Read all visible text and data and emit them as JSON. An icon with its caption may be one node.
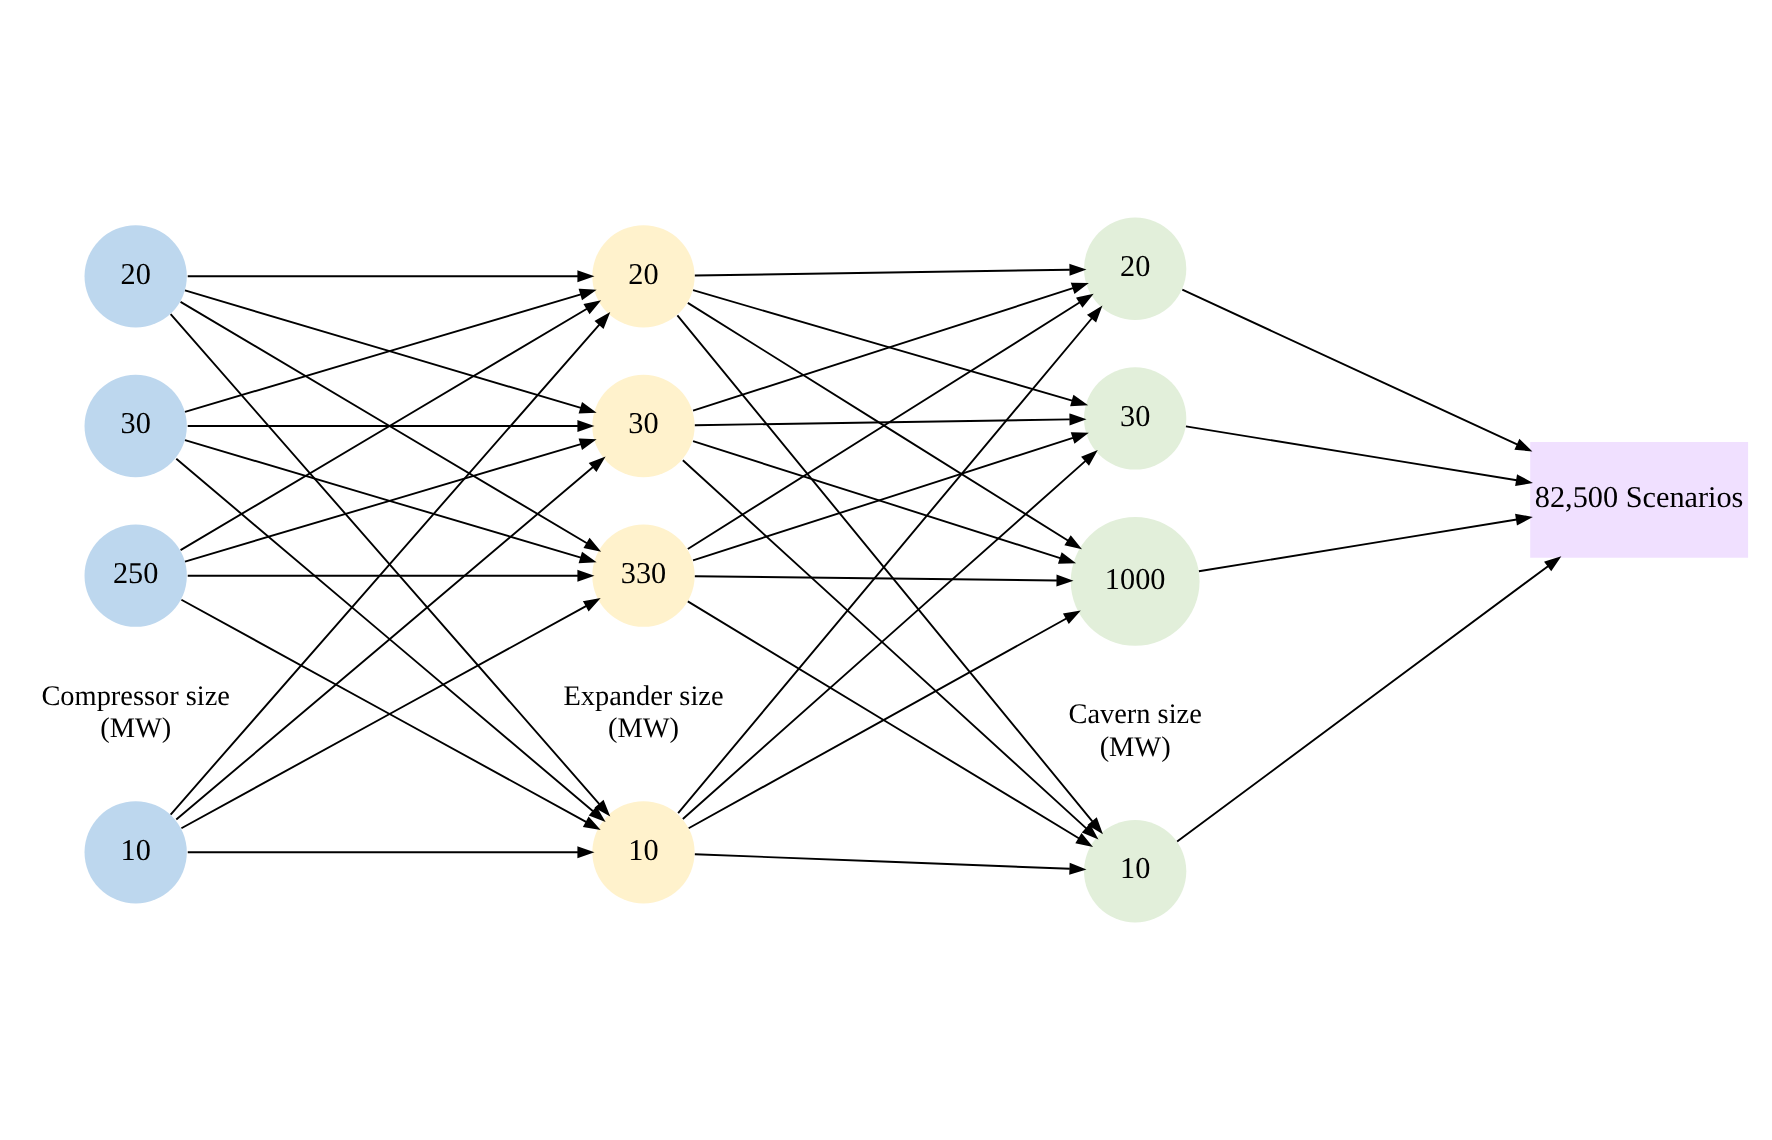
{
  "diagram": {
    "nodes": [
      {
        "text": [
          "10"
        ]
      },
      {
        "text": [
          "20"
        ]
      },
      {
        "text": [
          "30"
        ]
      },
      {
        "text": [
          "250"
        ]
      },
      {
        "text": [
          "10"
        ]
      },
      {
        "text": [
          "20"
        ]
      },
      {
        "text": [
          "30"
        ]
      },
      {
        "text": [
          "330"
        ]
      },
      {
        "text": [
          "10"
        ]
      },
      {
        "text": [
          "20"
        ]
      },
      {
        "text": [
          "30"
        ]
      },
      {
        "text": [
          "1000"
        ]
      },
      {
        "text": [
          "82,500 Scenarios"
        ]
      }
    ],
    "edges": [
      {
        "from": 0,
        "to": 4,
        "arrow": "to"
      },
      {
        "from": 0,
        "to": 5,
        "arrow": "to"
      },
      {
        "from": 0,
        "to": 6,
        "arrow": "to"
      },
      {
        "from": 0,
        "to": 7,
        "arrow": "to"
      },
      {
        "from": 1,
        "to": 4,
        "arrow": "to"
      },
      {
        "from": 1,
        "to": 5,
        "arrow": "to"
      },
      {
        "from": 1,
        "to": 6,
        "arrow": "to"
      },
      {
        "from": 1,
        "to": 7,
        "arrow": "to"
      },
      {
        "from": 2,
        "to": 4,
        "arrow": "to"
      },
      {
        "from": 2,
        "to": 5,
        "arrow": "to"
      },
      {
        "from": 2,
        "to": 6,
        "arrow": "to"
      },
      {
        "from": 2,
        "to": 7,
        "arrow": "to"
      },
      {
        "from": 3,
        "to": 4,
        "arrow": "to"
      },
      {
        "from": 3,
        "to": 5,
        "arrow": "to"
      },
      {
        "from": 3,
        "to": 6,
        "arrow": "to"
      },
      {
        "from": 3,
        "to": 7,
        "arrow": "to"
      },
      {
        "from": 4,
        "to": 8,
        "arrow": "to"
      },
      {
        "from": 4,
        "to": 9,
        "arrow": "to"
      },
      {
        "from": 4,
        "to": 10,
        "arrow": "to"
      },
      {
        "from": 4,
        "to": 11,
        "arrow": "to"
      },
      {
        "from": 5,
        "to": 8,
        "arrow": "to"
      },
      {
        "from": 5,
        "to": 9,
        "arrow": "to"
      },
      {
        "from": 5,
        "to": 10,
        "arrow": "to"
      },
      {
        "from": 5,
        "to": 11,
        "arrow": "to"
      },
      {
        "from": 6,
        "to": 8,
        "arrow": "to"
      },
      {
        "from": 6,
        "to": 9,
        "arrow": "to"
      },
      {
        "from": 6,
        "to": 10,
        "arrow": "to"
      },
      {
        "from": 6,
        "to": 11,
        "arrow": "to"
      },
      {
        "from": 7,
        "to": 8,
        "arrow": "to"
      },
      {
        "from": 7,
        "to": 9,
        "arrow": "to"
      },
      {
        "from": 7,
        "to": 10,
        "arrow": "to"
      },
      {
        "from": 7,
        "to": 11,
        "arrow": "to"
      },
      {
        "from": 8,
        "to": 12,
        "arrow": "to"
      },
      {
        "from": 9,
        "to": 12,
        "arrow": "to"
      },
      {
        "from": 10,
        "to": 12,
        "arrow": "to"
      },
      {
        "from": 11,
        "to": 12,
        "arrow": "to"
      }
    ],
    "labels": [
      "Compressor size (MW)",
      "Expander size (MW)",
      "Cavern size (MW)"
    ]
  }
}
